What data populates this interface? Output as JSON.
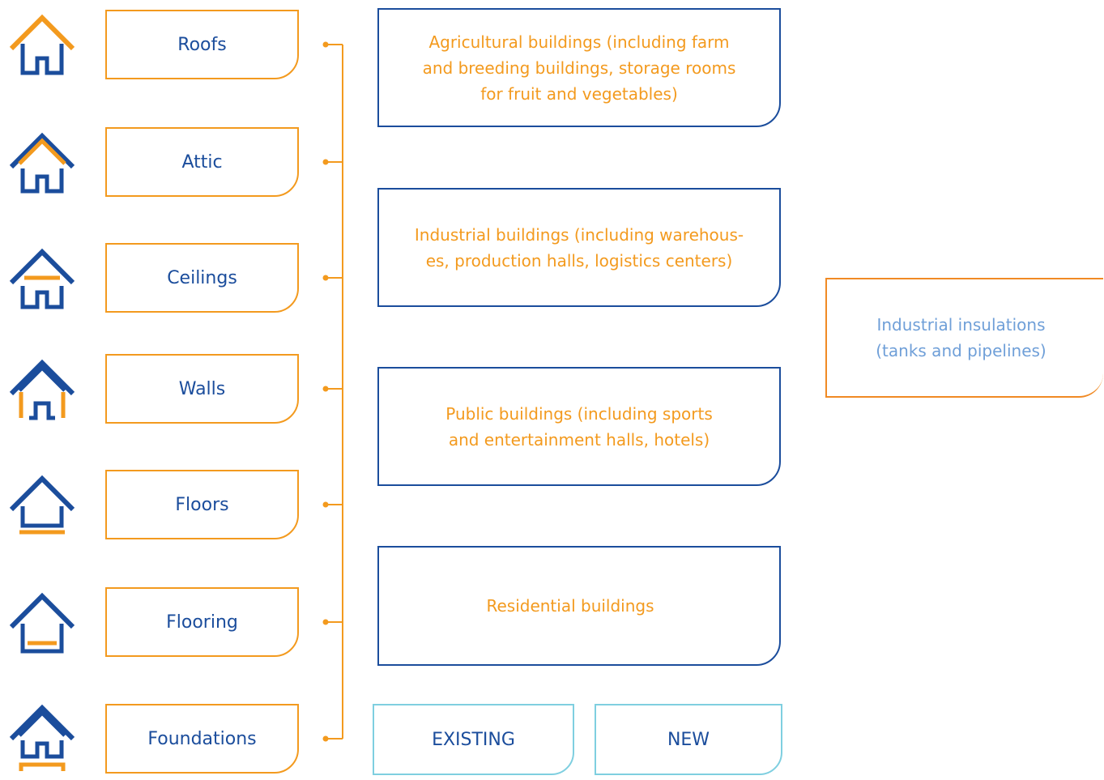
{
  "applications": [
    {
      "label": "Roofs"
    },
    {
      "label": "Attic"
    },
    {
      "label": "Ceilings"
    },
    {
      "label": "Walls"
    },
    {
      "label": "Floors"
    },
    {
      "label": "Flooring"
    },
    {
      "label": "Foundations"
    }
  ],
  "buildings": [
    {
      "lines": [
        "Agricultural buildings (including farm",
        "and breeding buildings, storage rooms",
        "for fruit and vegetables)"
      ]
    },
    {
      "lines": [
        "Industrial buildings (including warehous-",
        "es, production halls, logistics centers)"
      ]
    },
    {
      "lines": [
        "Public buildings (including sports",
        "and entertainment halls, hotels)"
      ]
    },
    {
      "lines": [
        "Residential buildings"
      ]
    }
  ],
  "states": {
    "existing": "EXISTING",
    "new": "NEW"
  },
  "industrial": {
    "lines": [
      "Industrial insulations",
      "(tanks and pipelines)"
    ]
  },
  "colors": {
    "blue": "#1b4d9c",
    "orange": "#f39a1e",
    "light_blue": "#7fcfe0",
    "soft_blue_text": "#6f9fd8"
  },
  "icons": [
    "house-roof-icon",
    "house-attic-icon",
    "house-ceiling-icon",
    "house-walls-icon",
    "house-floor-icon",
    "house-flooring-icon",
    "house-foundation-icon"
  ]
}
